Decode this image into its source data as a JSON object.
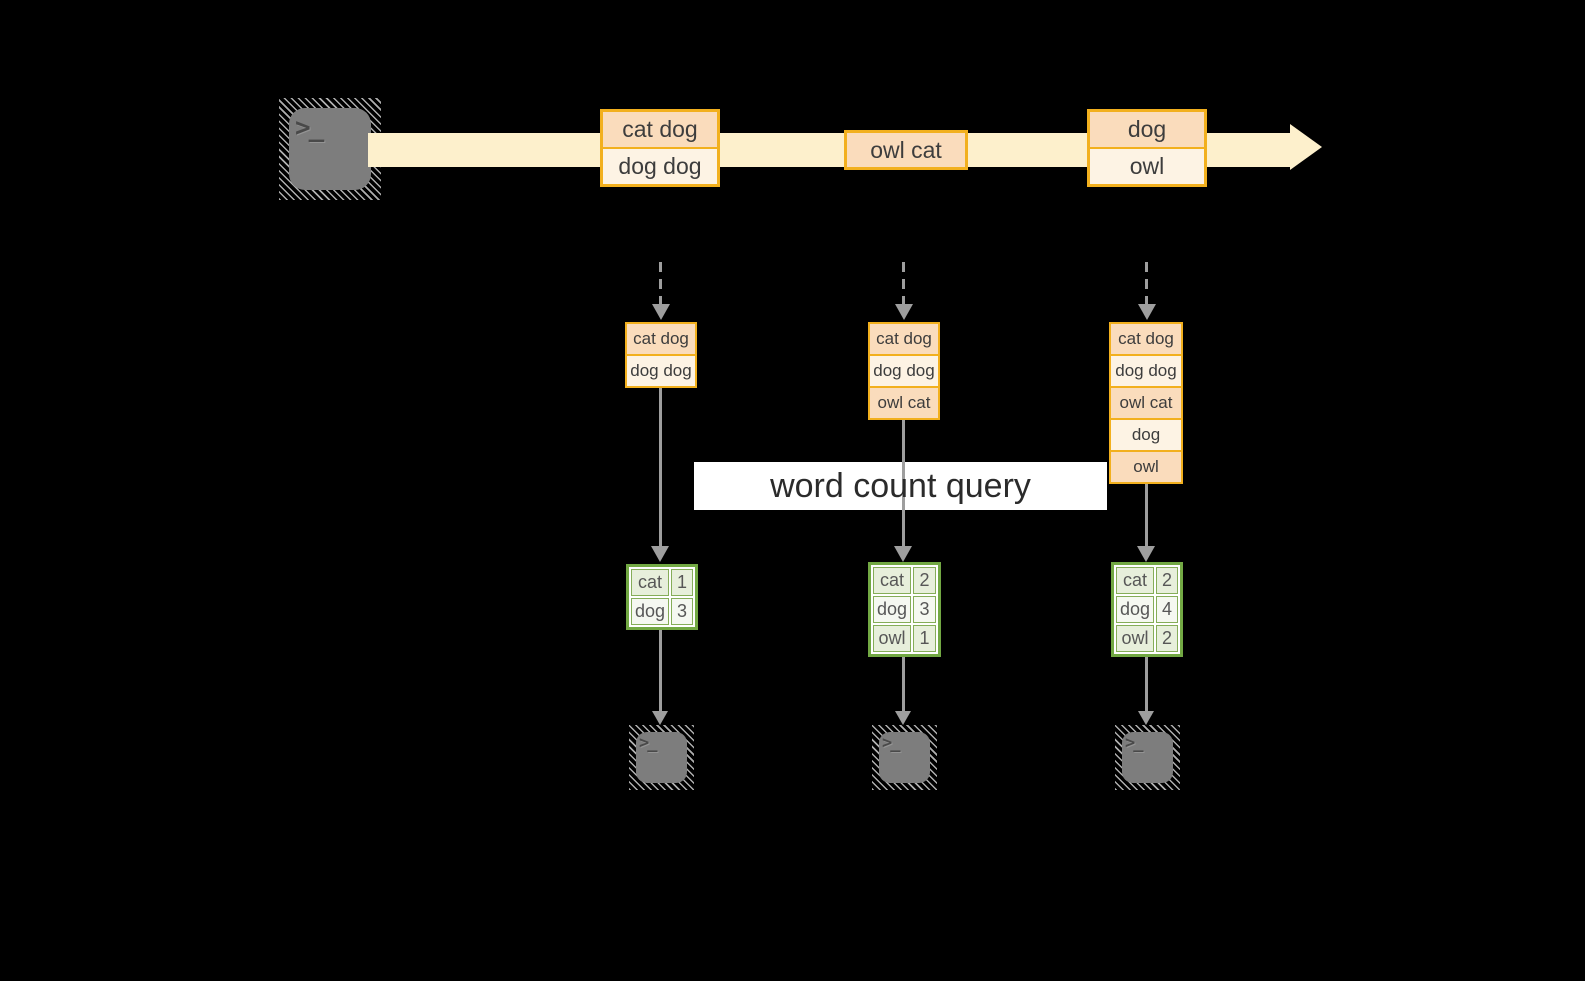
{
  "query": {
    "label": "word count query"
  },
  "terminal": {
    "glyph": ">_"
  },
  "stream": {
    "batches": [
      {
        "records": [
          "cat dog",
          "dog dog"
        ]
      },
      {
        "records": [
          "owl cat"
        ]
      },
      {
        "records": [
          "dog",
          "owl"
        ]
      }
    ]
  },
  "micro_batches": [
    {
      "records": [
        "cat dog",
        "dog dog"
      ]
    },
    {
      "records": [
        "cat dog",
        "dog dog",
        "owl cat"
      ]
    },
    {
      "records": [
        "cat dog",
        "dog dog",
        "owl cat",
        "dog",
        "owl"
      ]
    }
  ],
  "word_counts": [
    {
      "rows": [
        {
          "word": "cat",
          "count": "1"
        },
        {
          "word": "dog",
          "count": "3"
        }
      ]
    },
    {
      "rows": [
        {
          "word": "cat",
          "count": "2"
        },
        {
          "word": "dog",
          "count": "3"
        },
        {
          "word": "owl",
          "count": "1"
        }
      ]
    },
    {
      "rows": [
        {
          "word": "cat",
          "count": "2"
        },
        {
          "word": "dog",
          "count": "4"
        },
        {
          "word": "owl",
          "count": "2"
        }
      ]
    }
  ],
  "colors": {
    "background": "#000000",
    "stream_band": "#fdf0cc",
    "box_border": "#f2b01e",
    "box_fill_dark": "#fadcbc",
    "box_fill_light": "#fdf3e4",
    "table_border": "#72a843",
    "table_fill_dark": "#e7efdb",
    "table_fill_light": "#f5f8f1",
    "arrow_gray": "#9e9e9e",
    "terminal_gray": "#7d7d7d",
    "query_band": "#ffffff"
  }
}
